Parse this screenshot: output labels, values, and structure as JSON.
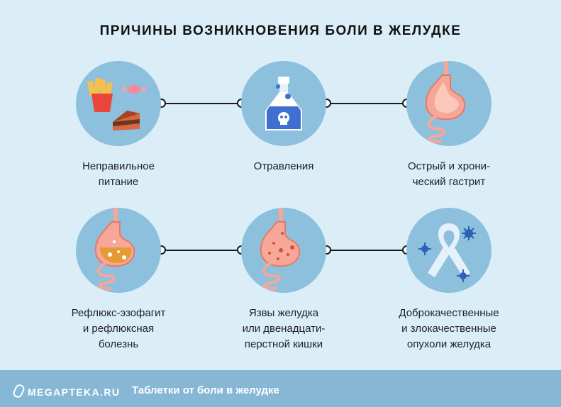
{
  "title": "ПРИЧИНЫ ВОЗНИКНОВЕНИЯ БОЛИ В ЖЕЛУДКЕ",
  "causes": [
    {
      "line1": "Неправильное",
      "line2": "питание",
      "line3": "",
      "icon": "junk-food-icon"
    },
    {
      "line1": "Отравления",
      "line2": "",
      "line3": "",
      "icon": "poison-bottle-icon"
    },
    {
      "line1": "Острый и хрони-",
      "line2": "ческий гастрит",
      "line3": "",
      "icon": "inflamed-stomach-icon"
    },
    {
      "line1": "Рефлюкс-эзофагит",
      "line2": "и рефлюксная",
      "line3": "болезнь",
      "icon": "reflux-stomach-icon"
    },
    {
      "line1": "Язвы желудка",
      "line2": "или двенадцати-",
      "line3": "перстной кишки",
      "icon": "ulcer-stomach-icon"
    },
    {
      "line1": "Доброкачественные",
      "line2": "и злокачественные",
      "line3": "опухоли желудка",
      "icon": "cancer-ribbon-icon"
    }
  ],
  "footer": {
    "brand": "MEGAPTEKA.RU",
    "caption": "Таблетки от боли в желудке"
  },
  "colors": {
    "background": "#dbeef8",
    "circle": "#8cc0dd",
    "footer": "#86b8d6",
    "stomach": "#f6a797"
  }
}
